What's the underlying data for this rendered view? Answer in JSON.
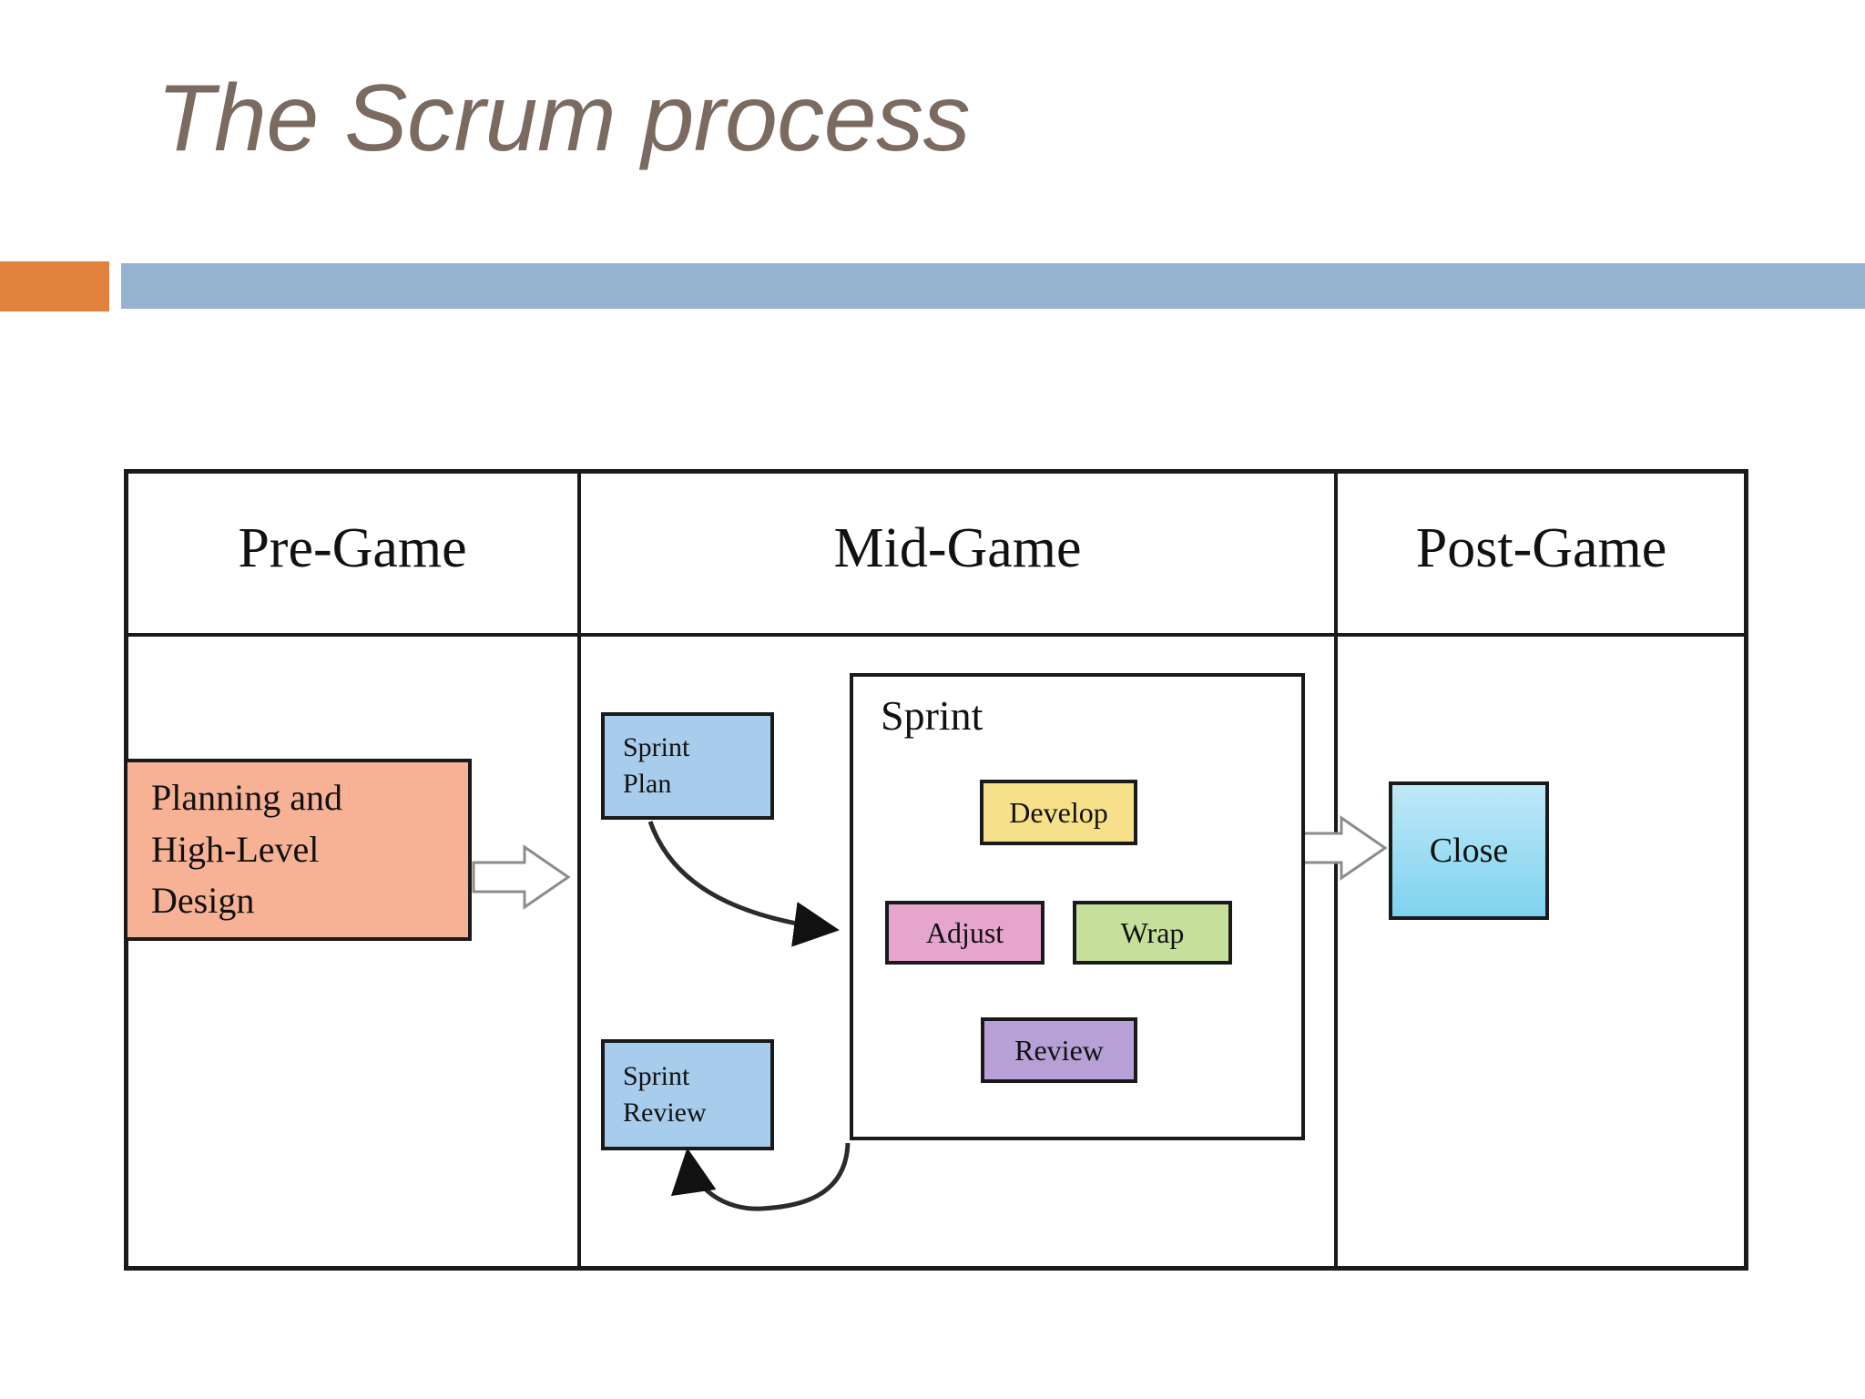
{
  "slide": {
    "title": "The Scrum process",
    "title_color": "#7a6a60",
    "accent_orange": "#e0823d",
    "accent_blue": "#95b3d0"
  },
  "diagram": {
    "type": "process-flow-table",
    "columns": [
      {
        "key": "pre",
        "header": "Pre-Game"
      },
      {
        "key": "mid",
        "header": "Mid-Game"
      },
      {
        "key": "post",
        "header": "Post-Game"
      }
    ],
    "nodes": [
      {
        "id": "planning",
        "label": "Planning and\nHigh-Level\nDesign",
        "color": "#f7b296",
        "column": "pre"
      },
      {
        "id": "sprint-plan",
        "label": "Sprint\nPlan",
        "color": "#a8cdec",
        "column": "mid"
      },
      {
        "id": "sprint-review",
        "label": "Sprint\nReview",
        "color": "#a8cdec",
        "column": "mid"
      },
      {
        "id": "develop",
        "label": "Develop",
        "color": "#f7e08a",
        "column": "mid"
      },
      {
        "id": "wrap",
        "label": "Wrap",
        "color": "#c6e09b",
        "column": "mid"
      },
      {
        "id": "review",
        "label": "Review",
        "color": "#b6a0d6",
        "column": "mid"
      },
      {
        "id": "adjust",
        "label": "Adjust",
        "color": "#e6a5cd",
        "column": "mid"
      },
      {
        "id": "close",
        "label": "Close",
        "color": "#7ed3ef",
        "column": "post"
      }
    ],
    "sprint_container_label": "Sprint",
    "edges": [
      {
        "from": "planning",
        "to": "sprint-plan",
        "style": "block-arrow"
      },
      {
        "from": "sprint-plan",
        "to": "sprint",
        "style": "curved-arrow"
      },
      {
        "from": "develop",
        "to": "wrap",
        "style": "curved-arrow"
      },
      {
        "from": "wrap",
        "to": "review",
        "style": "curved-arrow"
      },
      {
        "from": "review",
        "to": "adjust",
        "style": "curved-arrow"
      },
      {
        "from": "adjust",
        "to": "develop",
        "style": "curved-arrow"
      },
      {
        "from": "sprint",
        "to": "sprint-review",
        "style": "curved-arrow"
      },
      {
        "from": "sprint",
        "to": "close",
        "style": "block-arrow"
      }
    ]
  }
}
